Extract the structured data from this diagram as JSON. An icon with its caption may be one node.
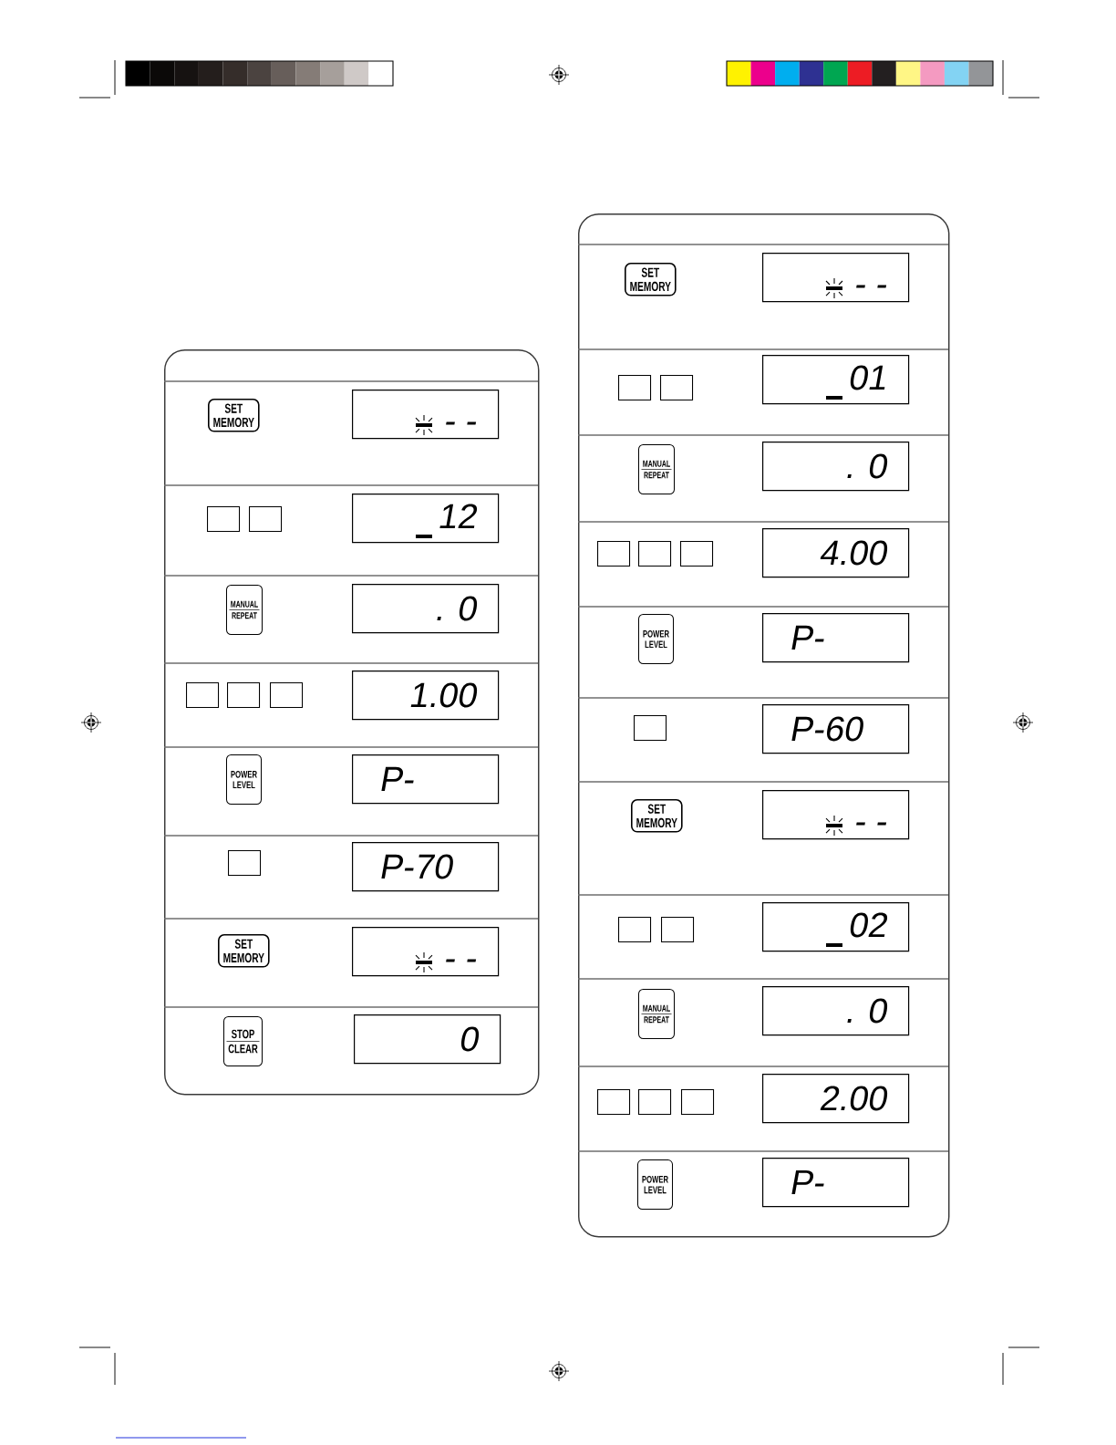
{
  "diagram": {
    "nodes": [
      {
        "text": [],
        "shape": "box"
      },
      {
        "text": [
          "SET MEMORY"
        ],
        "in": 0
      },
      {
        "text": [
          "- -"
        ],
        "in": 0
      },
      {
        "text": [],
        "shape": "box",
        "in": 0
      },
      {
        "text": [],
        "shape": "box",
        "in": 0
      },
      {
        "text": [
          "12"
        ],
        "in": 0
      },
      {
        "text": [
          "MANUAL",
          "REPEAT"
        ],
        "in": 0
      },
      {
        "text": [
          ". 0"
        ],
        "in": 0
      },
      {
        "text": [],
        "shape": "box",
        "in": 0
      },
      {
        "text": [],
        "shape": "box",
        "in": 0
      },
      {
        "text": [],
        "shape": "box",
        "in": 0
      },
      {
        "text": [
          "1.00"
        ],
        "in": 0
      },
      {
        "text": [
          "POWER LEVEL"
        ],
        "in": 0
      },
      {
        "text": [
          "P-"
        ],
        "in": 0
      },
      {
        "text": [],
        "shape": "box",
        "in": 0
      },
      {
        "text": [
          "P-70"
        ],
        "in": 0
      },
      {
        "text": [
          "SET MEMORY"
        ],
        "in": 0
      },
      {
        "text": [
          "- -"
        ],
        "in": 0
      },
      {
        "text": [
          "STOP",
          "CLEAR"
        ],
        "in": 0
      },
      {
        "text": [
          "0"
        ],
        "in": 0
      },
      {
        "text": [],
        "shape": "box"
      },
      {
        "text": [
          "SET MEMORY"
        ],
        "in": 20
      },
      {
        "text": [
          "- -"
        ],
        "in": 20
      },
      {
        "text": [],
        "shape": "box",
        "in": 20
      },
      {
        "text": [],
        "shape": "box",
        "in": 20
      },
      {
        "text": [
          "01"
        ],
        "in": 20
      },
      {
        "text": [
          "MANUAL",
          "REPEAT"
        ],
        "in": 20
      },
      {
        "text": [
          ". 0"
        ],
        "in": 20
      },
      {
        "text": [],
        "shape": "box",
        "in": 20
      },
      {
        "text": [],
        "shape": "box",
        "in": 20
      },
      {
        "text": [],
        "shape": "box",
        "in": 20
      },
      {
        "text": [
          "4.00"
        ],
        "in": 20
      },
      {
        "text": [
          "POWER LEVEL"
        ],
        "in": 20
      },
      {
        "text": [
          "P-"
        ],
        "in": 20
      },
      {
        "text": [],
        "shape": "box",
        "in": 20
      },
      {
        "text": [
          "P-60"
        ],
        "in": 20
      },
      {
        "text": [
          "SET MEMORY"
        ],
        "in": 20
      },
      {
        "text": [
          "- -"
        ],
        "in": 20
      },
      {
        "text": [],
        "shape": "box",
        "in": 20
      },
      {
        "text": [],
        "shape": "box",
        "in": 20
      },
      {
        "text": [
          "02"
        ],
        "in": 20
      },
      {
        "text": [
          "MANUAL",
          "REPEAT"
        ],
        "in": 20
      },
      {
        "text": [
          ". 0"
        ],
        "in": 20
      },
      {
        "text": [],
        "shape": "box",
        "in": 20
      },
      {
        "text": [],
        "shape": "box",
        "in": 20
      },
      {
        "text": [],
        "shape": "box",
        "in": 20
      },
      {
        "text": [
          "2.00"
        ],
        "in": 20
      },
      {
        "text": [
          "POWER LEVEL"
        ],
        "in": 20
      },
      {
        "text": [
          "P-"
        ],
        "in": 20
      }
    ]
  }
}
